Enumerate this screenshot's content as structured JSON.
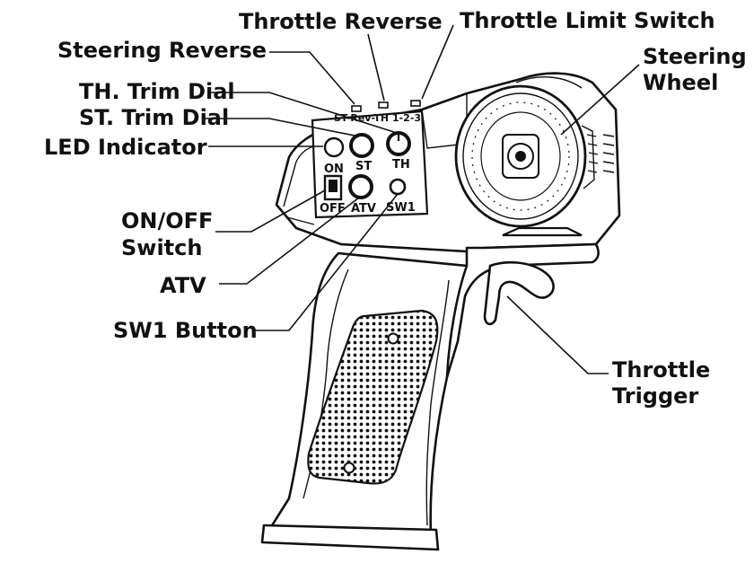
{
  "labels": {
    "throttle_reverse": "Throttle Reverse",
    "throttle_limit_switch": "Throttle Limit Switch",
    "steering_reverse": "Steering Reverse",
    "th_trim_dial": "TH. Trim Dial",
    "st_trim_dial": "ST. Trim Dial",
    "led_indicator": "LED Indicator",
    "on_off_switch_line1": "ON/OFF",
    "on_off_switch_line2": "Switch",
    "atv": "ATV",
    "sw1_button": "SW1 Button",
    "steering_wheel_line1": "Steering",
    "steering_wheel_line2": "Wheel",
    "throttle_trigger_line1": "Throttle",
    "throttle_trigger_line2": "Trigger"
  },
  "panel": {
    "top_marking": "ST-Rev-TH 1-2-3",
    "st": "ST",
    "th": "TH",
    "on": "ON",
    "off": "OFF",
    "atv": "ATV",
    "sw1": "SW1"
  },
  "colors": {
    "line": "#111111",
    "background": "#ffffff"
  }
}
